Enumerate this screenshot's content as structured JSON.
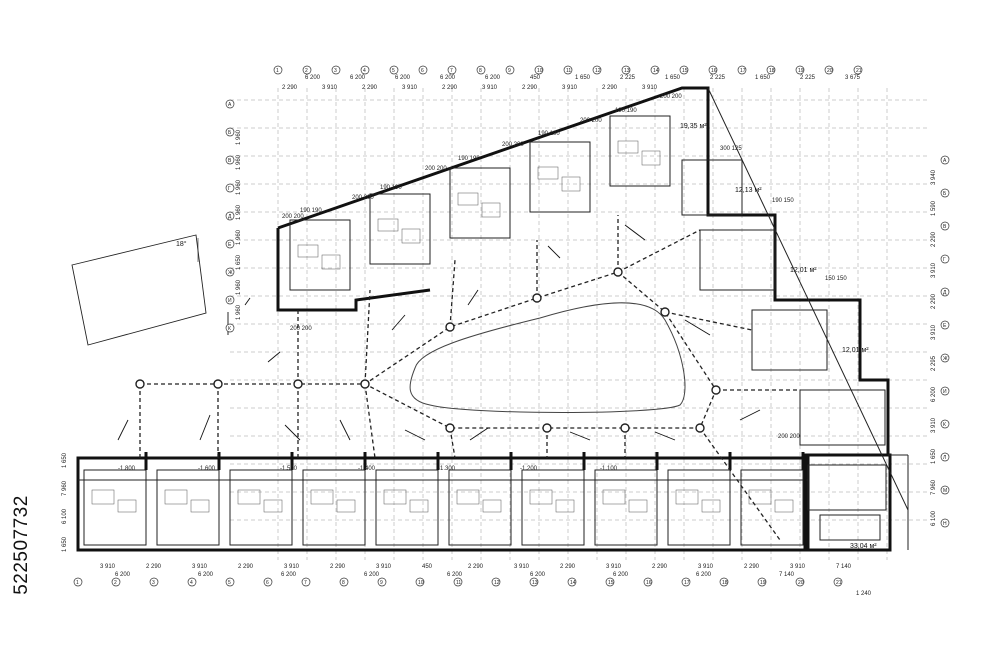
{
  "stock_id": "522507732",
  "angle_label": "18°",
  "top_dims_row1": [
    "6 200",
    "6 200",
    "6 200",
    "6 200",
    "6 200",
    "450",
    "1 650",
    "2 225",
    "1 650",
    "2 225",
    "1 650",
    "2 225",
    "3 675"
  ],
  "top_dims_row2": [
    "2 290",
    "3 910",
    "2 290",
    "3 910",
    "2 290",
    "3 910",
    "2 290",
    "3 910",
    "2 290",
    "3 910"
  ],
  "bottom_dims_row1": [
    "3 910",
    "2 290",
    "3 910",
    "2 290",
    "3 910",
    "2 290",
    "3 910",
    "450",
    "2 290",
    "3 910",
    "2 290",
    "3 910",
    "2 290",
    "3 910",
    "2 290",
    "3 910",
    "7 140"
  ],
  "bottom_dims_row2": [
    "6 200",
    "6 200",
    "6 200",
    "6 200",
    "6 200",
    "6 200",
    "6 200",
    "6 200",
    "7 140"
  ],
  "left_dims": [
    "1 960",
    "1 960",
    "1 960",
    "1 960",
    "1 960",
    "1 650",
    "1 960",
    "1 960"
  ],
  "right_dims": [
    "3 940",
    "1 590",
    "2 290",
    "3 910",
    "2 290",
    "3 910",
    "2 295",
    "6 200",
    "3 910",
    "1 650",
    "7 960",
    "6 100"
  ],
  "left_bottom_dims": [
    "1 650",
    "7 960",
    "6 100",
    "1 650"
  ],
  "area_labels": [
    "19,35 м²",
    "12,13 м²",
    "12,01 м²",
    "12,01 м²",
    "33,04 м²"
  ],
  "wall_dims": [
    "200 200",
    "190 190",
    "200 200",
    "190 190",
    "200 200",
    "190 190",
    "200 200",
    "190 190",
    "200 200",
    "190 190",
    "200 200",
    "200 200",
    "300 125",
    "190 150",
    "150 150",
    "200 200"
  ],
  "level_marks": [
    "-1.800",
    "-1.600",
    "-1.500",
    "-1.400",
    "-1.300",
    "-1.200",
    "-1.100"
  ],
  "bottom_note": "1 240",
  "axis_letters_left": [
    "А",
    "Б",
    "В",
    "Г",
    "Д",
    "Е",
    "Ж",
    "И",
    "К"
  ],
  "axis_letters_right": [
    "А",
    "Б",
    "В",
    "Г",
    "Д",
    "Е",
    "Ж",
    "И",
    "К",
    "Л",
    "М",
    "Н"
  ],
  "axis_numbers_top": [
    "1",
    "2",
    "3",
    "4",
    "5",
    "6",
    "7",
    "8",
    "9",
    "10",
    "11",
    "12",
    "13",
    "14",
    "15",
    "16",
    "17",
    "18",
    "19",
    "20",
    "21"
  ],
  "axis_numbers_bottom": [
    "1",
    "2",
    "3",
    "4",
    "5",
    "6",
    "7",
    "8",
    "9",
    "10",
    "11",
    "12",
    "13",
    "14",
    "15",
    "16",
    "17",
    "18",
    "19",
    "20",
    "21"
  ],
  "colors": {
    "ink": "#111111",
    "paper": "#ffffff",
    "grid": "#999999"
  }
}
